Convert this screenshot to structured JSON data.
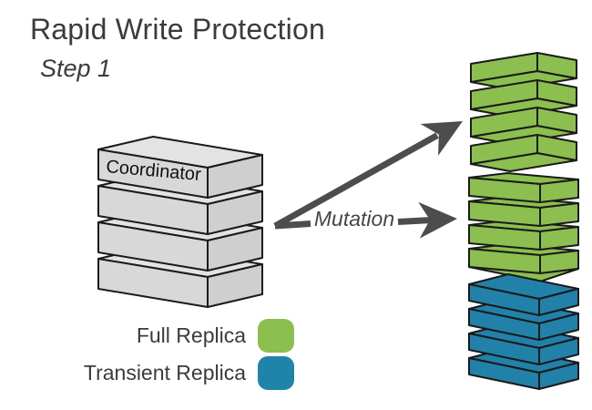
{
  "title": "Rapid Write Protection",
  "subtitle": "Step 1",
  "coordinator": {
    "label": "Coordinator",
    "layers": 4
  },
  "mutation": {
    "label": "Mutation"
  },
  "replicas": {
    "full_top": {
      "kind": "full",
      "layers": 4
    },
    "full_middle": {
      "kind": "full",
      "layers": 4
    },
    "transient_bottom": {
      "kind": "transient",
      "layers": 4
    }
  },
  "legend": {
    "items": [
      {
        "label": "Full Replica",
        "color": "#8cbf4f"
      },
      {
        "label": "Transient Replica",
        "color": "#1f84aa"
      }
    ]
  },
  "colors": {
    "full_replica": "#8cbf4f",
    "transient_replica": "#2181a9",
    "coordinator_front": "#d8d8d8",
    "coordinator_top": "#e3e3e3",
    "coordinator_side": "#cfcfcf",
    "outline": "#1a1a1a",
    "arrow": "#4d4d4d",
    "text": "#3b3b3b"
  }
}
